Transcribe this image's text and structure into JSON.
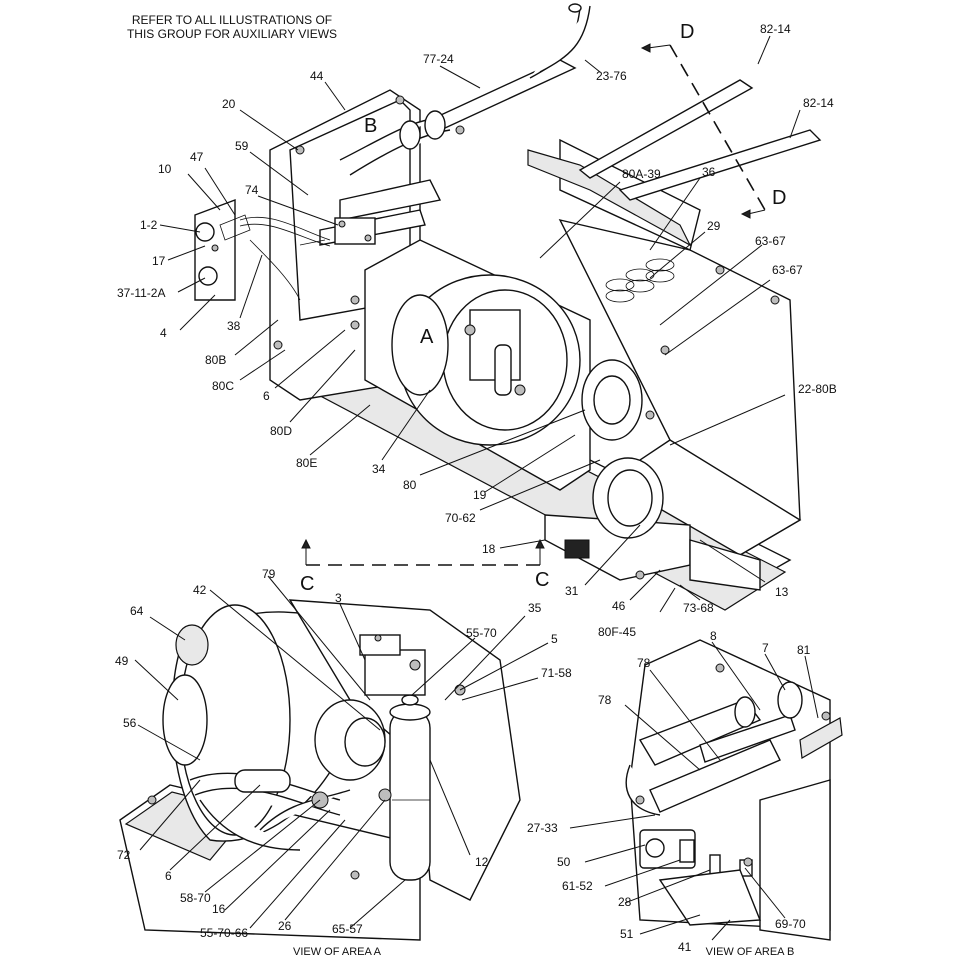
{
  "header_note": [
    "REFER TO ALL ILLUSTRATIONS OF",
    "THIS GROUP FOR AUXILIARY VIEWS"
  ],
  "views": {
    "area_a": "VIEW OF AREA A",
    "area_b": "VIEW OF AREA B"
  },
  "area_letters": {
    "a": "A",
    "b": "B"
  },
  "section_letters": {
    "c_left": "C",
    "c_right": "C",
    "d_top": "D",
    "d_bottom": "D"
  },
  "callouts": {
    "c1_2": "1-2",
    "c10": "10",
    "c47": "47",
    "c17": "17",
    "c37_11_2a": "37-11-2A",
    "c4": "4",
    "c20": "20",
    "c44": "44",
    "c59": "59",
    "c74": "74",
    "c38": "38",
    "c80b": "80B",
    "c80c": "80C",
    "c6": "6",
    "c80d": "80D",
    "c80e": "80E",
    "c34": "34",
    "c80": "80",
    "c19": "19",
    "c70_62": "70-62",
    "c18": "18",
    "c31": "31",
    "c46": "46",
    "c80f_45": "80F-45",
    "c73_68": "73-68",
    "c13": "13",
    "c22_80b": "22-80B",
    "c63_67a": "63-67",
    "c63_67b": "63-67",
    "c29": "29",
    "c36": "36",
    "c80a_39": "80A-39",
    "c77_24": "77-24",
    "c23_76": "23-76",
    "c82_14a": "82-14",
    "c82_14b": "82-14",
    "c64": "64",
    "c42": "42",
    "c79": "79",
    "c3": "3",
    "c55_70": "55-70",
    "c35": "35",
    "c5": "5",
    "c71_58": "71-58",
    "c49": "49",
    "c56": "56",
    "c72": "72",
    "c6b": "6",
    "c58_70": "58-70",
    "c16": "16",
    "c55_70_66": "55-70-66",
    "c26": "26",
    "c65_57": "65-57",
    "c12": "12",
    "c8": "8",
    "c7": "7",
    "c81": "81",
    "c78a": "78",
    "c78b": "78",
    "c27_33": "27-33",
    "c50": "50",
    "c61_52": "61-52",
    "c28": "28",
    "c69_70": "69-70",
    "c51": "51",
    "c41": "41"
  }
}
